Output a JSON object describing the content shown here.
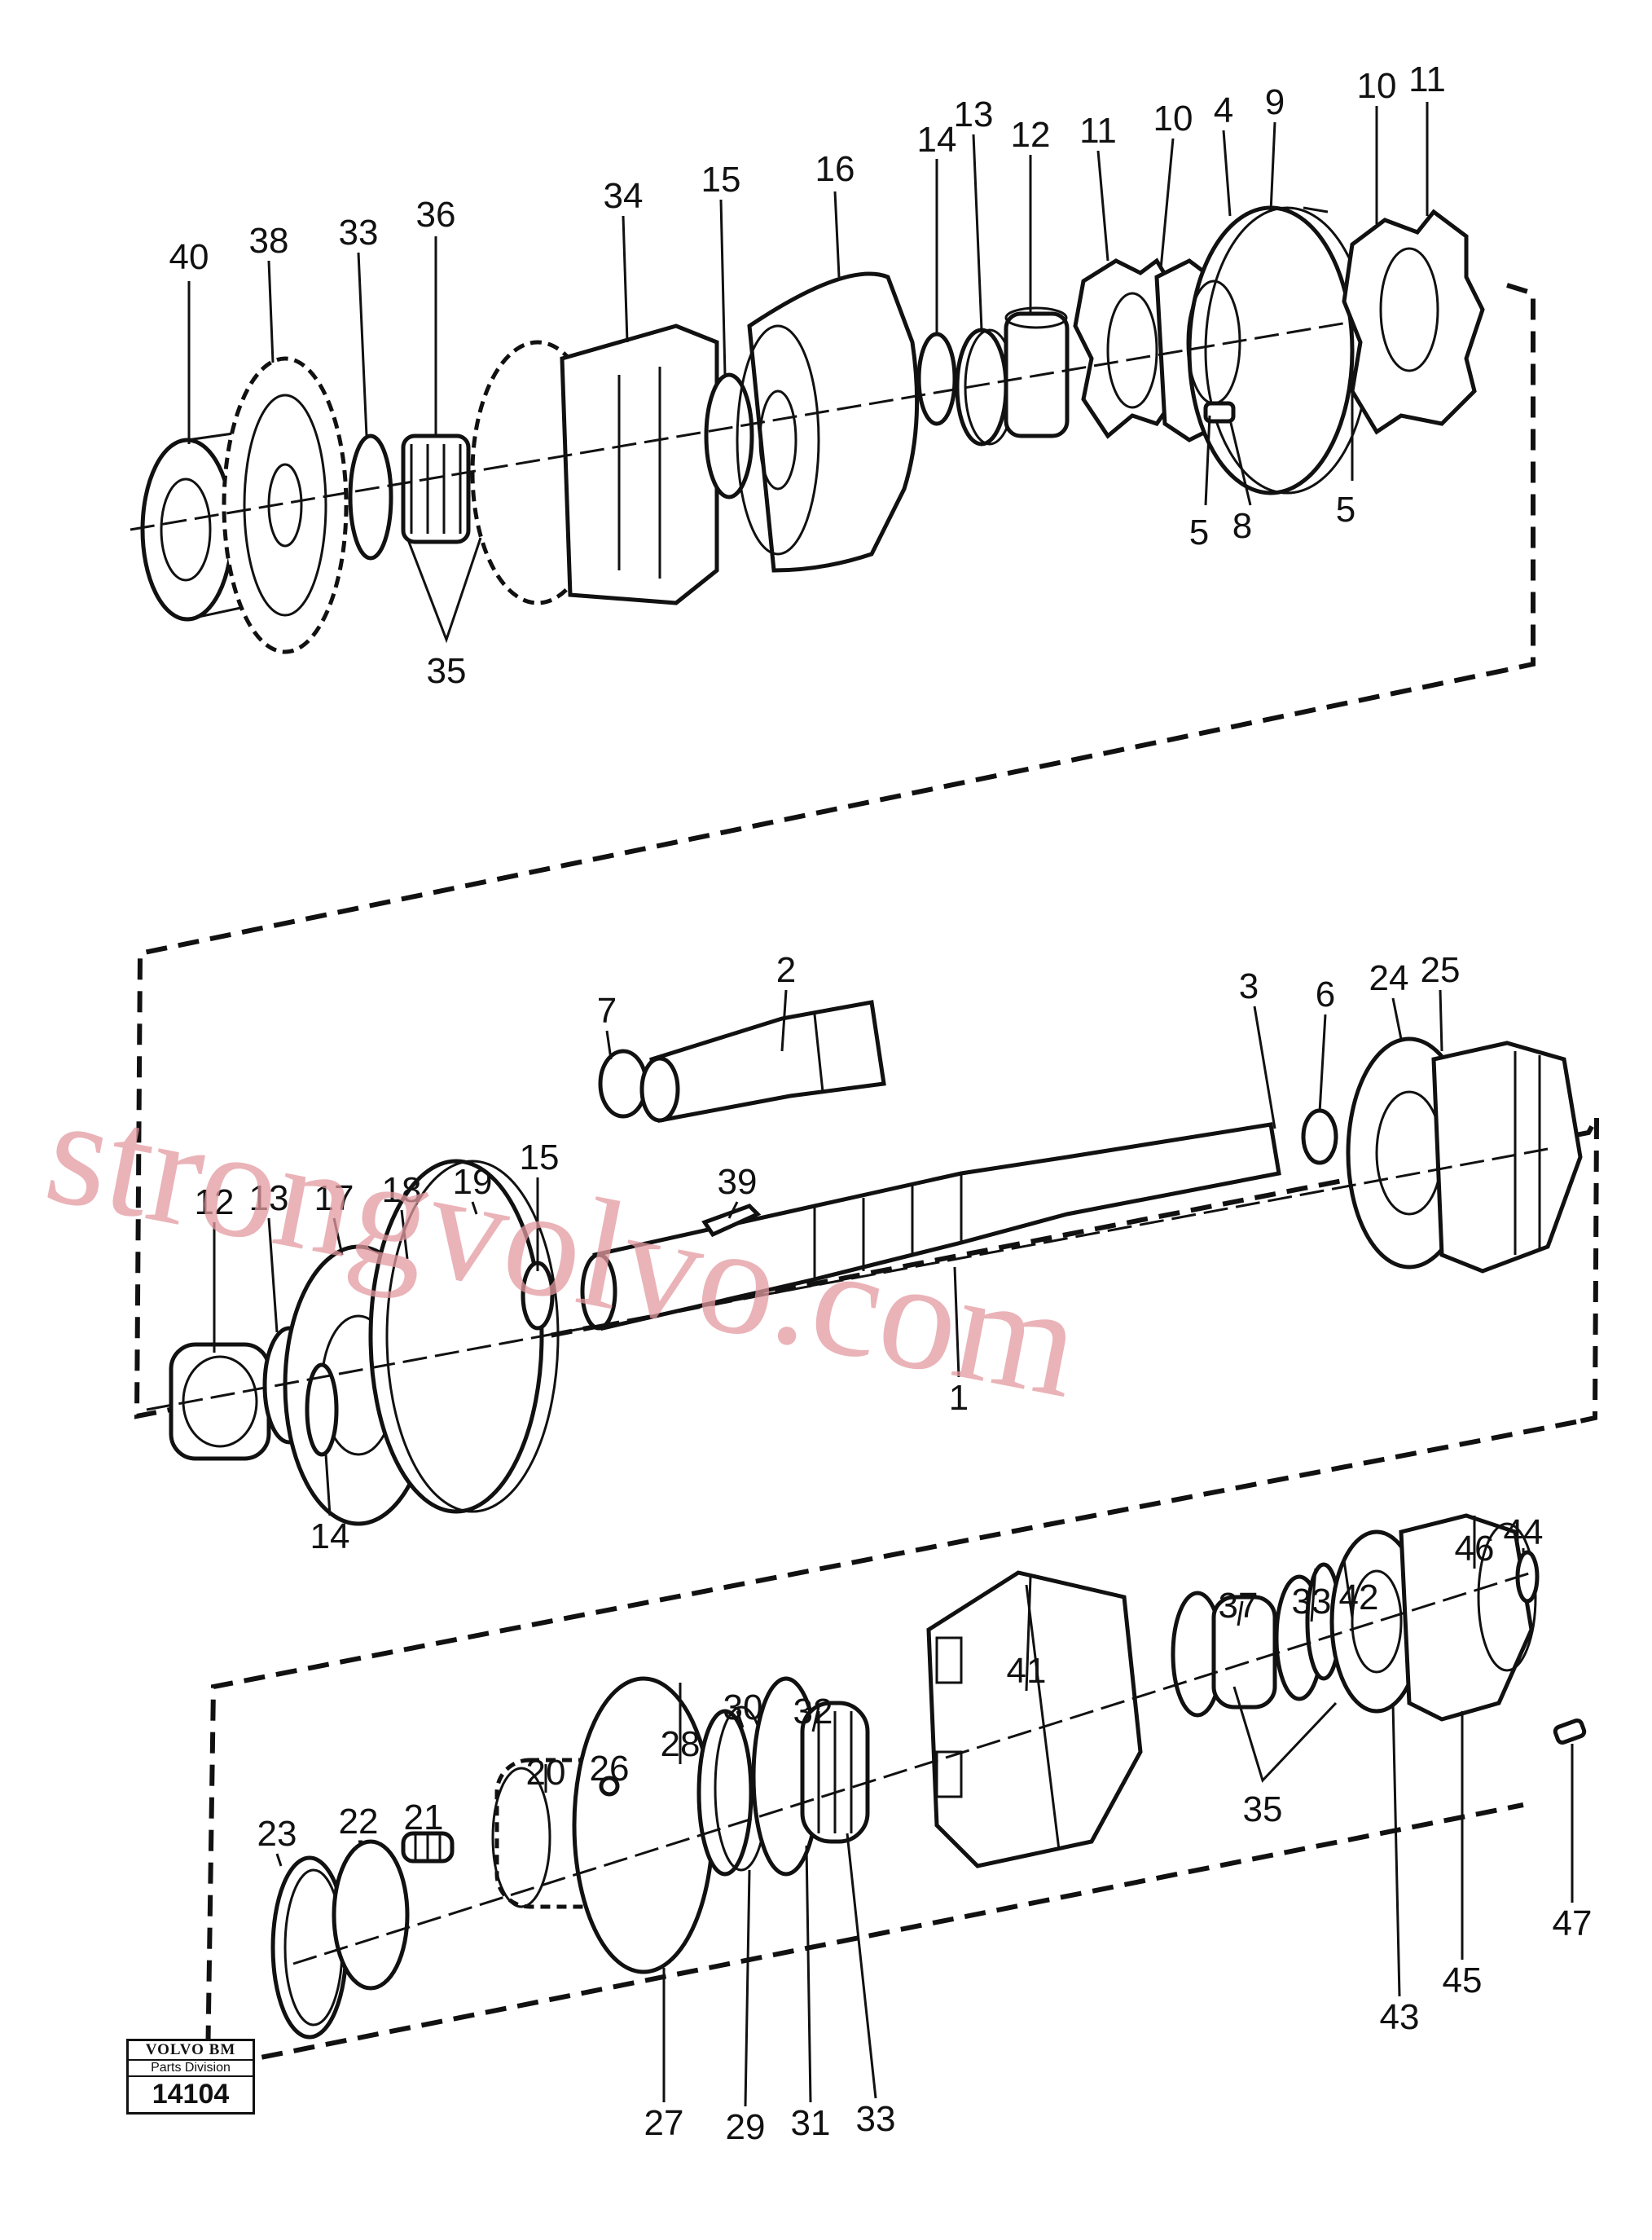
{
  "diagram": {
    "callouts": [
      {
        "id": "c-40-top",
        "label": "40"
      },
      {
        "id": "c-38",
        "label": "38"
      },
      {
        "id": "c-33-top",
        "label": "33"
      },
      {
        "id": "c-36",
        "label": "36"
      },
      {
        "id": "c-34",
        "label": "34"
      },
      {
        "id": "c-15-top",
        "label": "15"
      },
      {
        "id": "c-16",
        "label": "16"
      },
      {
        "id": "c-14-top",
        "label": "14"
      },
      {
        "id": "c-13-top",
        "label": "13"
      },
      {
        "id": "c-12-top",
        "label": "12"
      },
      {
        "id": "c-11-a",
        "label": "11"
      },
      {
        "id": "c-10-a",
        "label": "10"
      },
      {
        "id": "c-4",
        "label": "4"
      },
      {
        "id": "c-9",
        "label": "9"
      },
      {
        "id": "c-10-b",
        "label": "10"
      },
      {
        "id": "c-11-b",
        "label": "11"
      },
      {
        "id": "c-5-a",
        "label": "5"
      },
      {
        "id": "c-8",
        "label": "8"
      },
      {
        "id": "c-5-b",
        "label": "5"
      },
      {
        "id": "c-35-top",
        "label": "35"
      },
      {
        "id": "c-7",
        "label": "7"
      },
      {
        "id": "c-2",
        "label": "2"
      },
      {
        "id": "c-3",
        "label": "3"
      },
      {
        "id": "c-6",
        "label": "6"
      },
      {
        "id": "c-24",
        "label": "24"
      },
      {
        "id": "c-25",
        "label": "25"
      },
      {
        "id": "c-12-mid",
        "label": "12"
      },
      {
        "id": "c-13-mid",
        "label": "13"
      },
      {
        "id": "c-17",
        "label": "17"
      },
      {
        "id": "c-18",
        "label": "18"
      },
      {
        "id": "c-19",
        "label": "19"
      },
      {
        "id": "c-15-mid",
        "label": "15"
      },
      {
        "id": "c-39",
        "label": "39"
      },
      {
        "id": "c-1",
        "label": "1"
      },
      {
        "id": "c-14-mid",
        "label": "14"
      },
      {
        "id": "c-46",
        "label": "46"
      },
      {
        "id": "c-44",
        "label": "44"
      },
      {
        "id": "c-37",
        "label": "37"
      },
      {
        "id": "c-33-bot-a",
        "label": "33"
      },
      {
        "id": "c-42",
        "label": "42"
      },
      {
        "id": "c-41",
        "label": "41"
      },
      {
        "id": "c-32",
        "label": "32"
      },
      {
        "id": "c-30",
        "label": "30"
      },
      {
        "id": "c-28",
        "label": "28"
      },
      {
        "id": "c-26",
        "label": "26"
      },
      {
        "id": "c-20",
        "label": "20"
      },
      {
        "id": "c-23",
        "label": "23"
      },
      {
        "id": "c-22",
        "label": "22"
      },
      {
        "id": "c-21",
        "label": "21"
      },
      {
        "id": "c-35-bot",
        "label": "35"
      },
      {
        "id": "c-43",
        "label": "43"
      },
      {
        "id": "c-45",
        "label": "45"
      },
      {
        "id": "c-47",
        "label": "47"
      },
      {
        "id": "c-27",
        "label": "27"
      },
      {
        "id": "c-29",
        "label": "29"
      },
      {
        "id": "c-31",
        "label": "31"
      },
      {
        "id": "c-33-bot-b",
        "label": "33"
      }
    ]
  },
  "watermark": "strongvolvo.com",
  "badge": {
    "brand": "VOLVO BM",
    "division": "Parts Division",
    "number": "14104"
  }
}
